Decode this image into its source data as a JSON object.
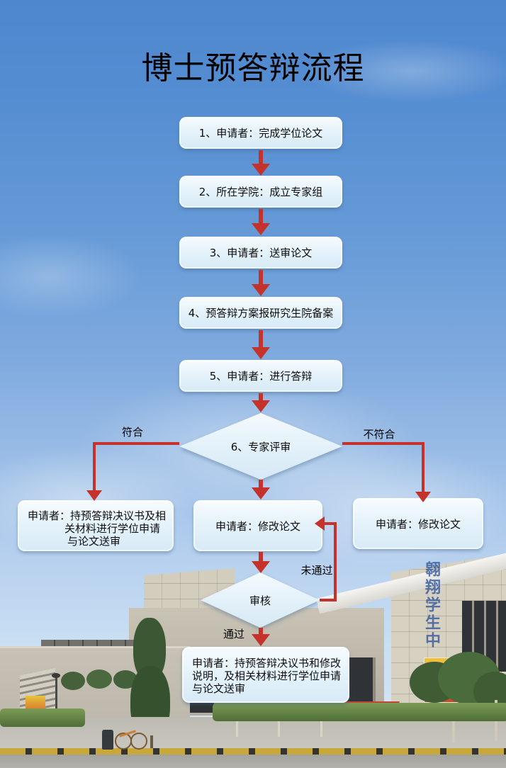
{
  "title": "博士预答辩流程",
  "flow": {
    "steps": [
      "1、申请者：完成学位论文",
      "2、所在学院：成立专家组",
      "3、申请者：送审论文",
      "4、预答辩方案报研究生院备案",
      "5、申请者：进行答辩"
    ],
    "review": {
      "label": "6、专家评审",
      "left_label": "符合",
      "right_label": "不符合"
    },
    "left_box": {
      "lines": [
        "申请者：持预答辩决议书及相",
        "关材料进行学位申请",
        "与论文送审"
      ]
    },
    "center_box": {
      "label": "申请者：修改论文"
    },
    "right_box": {
      "label": "申请者：修改论文"
    },
    "audit": {
      "label": "审核",
      "fail_label": "未通过",
      "pass_label": "通过"
    },
    "final_box": {
      "lines": [
        "申请者：持预答辩决议书和修改",
        "说明，及相关材料进行学位申请",
        "与论文送审"
      ]
    }
  },
  "background": {
    "building_sign": "翱翔学生中"
  },
  "colors": {
    "arrow_red": "#c5322c",
    "box_fill": "#e4f2fa",
    "sky_top": "#4e87cf",
    "sign_blue": "#3d5f9e"
  }
}
